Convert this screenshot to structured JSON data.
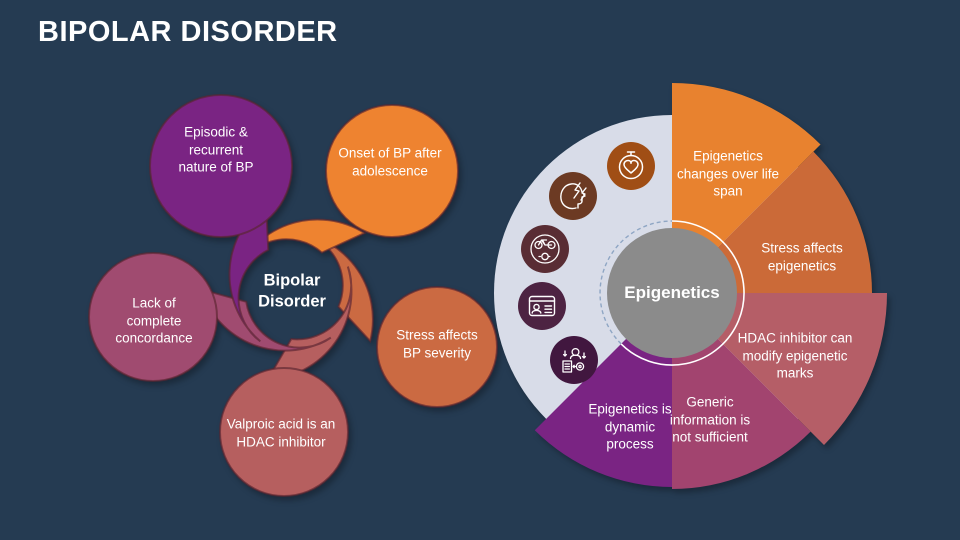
{
  "slide": {
    "title": "BIPOLAR DISORDER"
  },
  "colors": {
    "background": "#253B52",
    "title_text": "#FFFFFF",
    "label_text": "#FFFFFF",
    "shape_outline": "#5A2530",
    "ring_solid": "#FFFFFF",
    "ring_dashed": "#8FA6C4"
  },
  "left_diagram": {
    "center_label": "Bipolar Disorder",
    "bubbles": [
      {
        "label": "Episodic & recurrent nature of BP",
        "color": "#7A2483"
      },
      {
        "label": "Onset of BP after adolescence",
        "color": "#EE8330"
      },
      {
        "label": "Lack of complete concordance",
        "color": "#A04B70"
      },
      {
        "label": "Stress affects BP severity",
        "color": "#CB6A42"
      },
      {
        "label": "Valproic acid is an HDAC inhibitor",
        "color": "#B65F5F"
      }
    ]
  },
  "right_diagram": {
    "center_label": "Epigenetics",
    "center_color": "#8B8B8B",
    "disc_color": "#D8DCE8",
    "segments": [
      {
        "label": "Epigenetics changes over life span",
        "color": "#E8822F"
      },
      {
        "label": "Stress affects epigenetics",
        "color": "#CB6A38"
      },
      {
        "label": "HDAC inhibitor can modify epigenetic marks",
        "color": "#B55E67"
      },
      {
        "label": "Generic information is not sufficient",
        "color": "#A2446F"
      },
      {
        "label": "Epigenetics is dynamic process",
        "color": "#7A2483"
      }
    ],
    "icons": [
      {
        "name": "stopwatch-heart-icon",
        "color": "#A04E15"
      },
      {
        "name": "head-stress-icon",
        "color": "#6C3A23"
      },
      {
        "name": "bicycle-badge-icon",
        "color": "#592D34"
      },
      {
        "name": "id-card-icon",
        "color": "#4D2342"
      },
      {
        "name": "person-process-icon",
        "color": "#41173F"
      }
    ]
  }
}
